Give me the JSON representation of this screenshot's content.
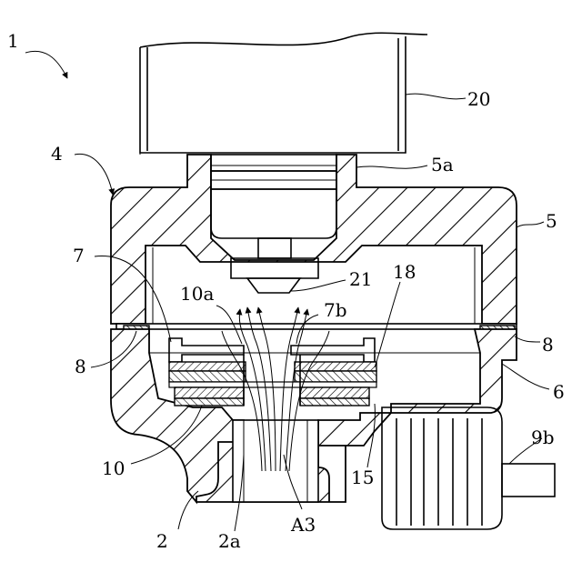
{
  "labels": {
    "assembly": "1",
    "nozzle": "2",
    "inlet": "2a",
    "housing": "4",
    "upper_case": "5",
    "upper_opening": "5a",
    "lower_case": "6",
    "inner_wall": "7",
    "outlet": "7b",
    "seal_left": "8",
    "seal_right": "8",
    "connector": "9b",
    "element": "10",
    "element_face": "10a",
    "gasket": "15",
    "plate": "18",
    "device": "20",
    "device_tip": "21",
    "flow": "A3"
  }
}
